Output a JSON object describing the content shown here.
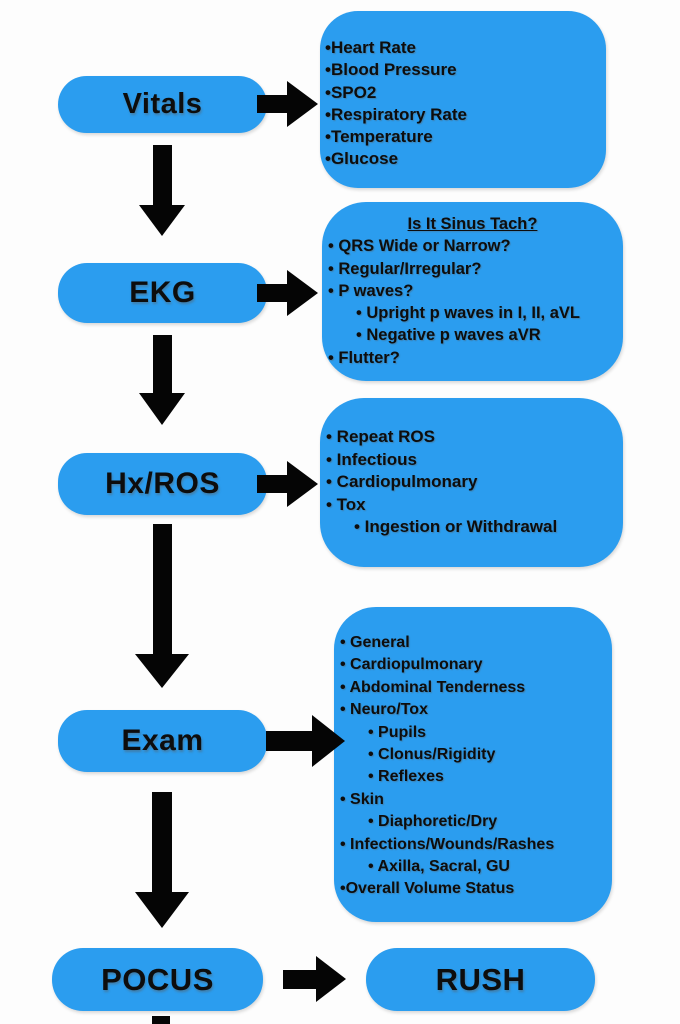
{
  "palette": {
    "node_blue": "#2B9DEF",
    "arrow_black": "#050505",
    "background": "#fdfdfd",
    "text": "#0d0d0d"
  },
  "flow": {
    "nodes": [
      {
        "label": "Vitals"
      },
      {
        "label": "EKG"
      },
      {
        "label": "Hx/ROS"
      },
      {
        "label": "Exam"
      },
      {
        "label": "POCUS"
      },
      {
        "label": "RUSH"
      }
    ]
  },
  "details": {
    "vitals": {
      "items": [
        {
          "text": "•Heart Rate",
          "indent": 0
        },
        {
          "text": "•Blood Pressure",
          "indent": 0
        },
        {
          "text": "•SPO2",
          "indent": 0
        },
        {
          "text": "•Respiratory Rate",
          "indent": 0
        },
        {
          "text": "•Temperature",
          "indent": 0
        },
        {
          "text": "•Glucose",
          "indent": 0
        }
      ]
    },
    "ekg": {
      "title": "Is It Sinus Tach?",
      "items": [
        {
          "text": "• QRS Wide or Narrow?",
          "indent": 0
        },
        {
          "text": "• Regular/Irregular?",
          "indent": 0
        },
        {
          "text": "• P waves?",
          "indent": 0
        },
        {
          "text": "• Upright p waves in I, II, aVL",
          "indent": 1
        },
        {
          "text": "• Negative p waves aVR",
          "indent": 1
        },
        {
          "text": "• Flutter?",
          "indent": 0
        }
      ]
    },
    "hxros": {
      "items": [
        {
          "text": "• Repeat ROS",
          "indent": 0
        },
        {
          "text": "• Infectious",
          "indent": 0
        },
        {
          "text": "• Cardiopulmonary",
          "indent": 0
        },
        {
          "text": "• Tox",
          "indent": 0
        },
        {
          "text": "•  Ingestion or Withdrawal",
          "indent": 1
        }
      ]
    },
    "exam": {
      "items": [
        {
          "text": "• General",
          "indent": 0
        },
        {
          "text": "• Cardiopulmonary",
          "indent": 0
        },
        {
          "text": "• Abdominal Tenderness",
          "indent": 0
        },
        {
          "text": "• Neuro/Tox",
          "indent": 0
        },
        {
          "text": "• Pupils",
          "indent": 1
        },
        {
          "text": "• Clonus/Rigidity",
          "indent": 1
        },
        {
          "text": "• Reflexes",
          "indent": 1
        },
        {
          "text": "•  Skin",
          "indent": 0
        },
        {
          "text": "•  Diaphoretic/Dry",
          "indent": 1
        },
        {
          "text": "• Infections/Wounds/Rashes",
          "indent": 0
        },
        {
          "text": "•  Axilla, Sacral, GU",
          "indent": 1
        },
        {
          "text": "•Overall Volume Status",
          "indent": 0
        }
      ]
    }
  }
}
